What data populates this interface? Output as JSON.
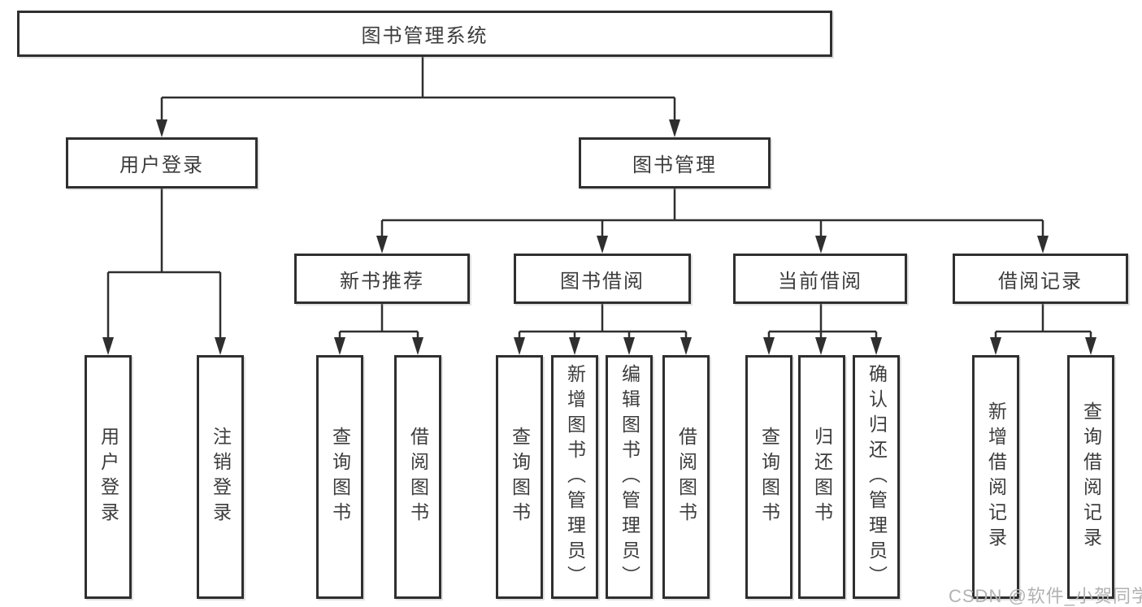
{
  "colors": {
    "line": "#2f2f2f",
    "box_border": "#2f2f2f",
    "text": "#3c3c3c",
    "background": "#ffffff",
    "watermark": "#b2b2b2"
  },
  "diagram": {
    "root": "图书管理系统",
    "level2": {
      "user_login": "用户登录",
      "book_management": "图书管理"
    },
    "level3": {
      "new_book_recommend": "新书推荐",
      "book_borrow": "图书借阅",
      "current_borrow": "当前借阅",
      "borrow_record": "借阅记录"
    },
    "leaves": {
      "user_login": "用户登录",
      "logout": "注销登录",
      "nb_query_book": "查询图书",
      "nb_borrow_book": "借阅图书",
      "bb_query_book": "查询图书",
      "bb_add_book": "新增图书（管理员）",
      "bb_edit_book": "编辑图书（管理员）",
      "bb_borrow_book": "借阅图书",
      "cb_query_book": "查询图书",
      "cb_return_book": "归还图书",
      "cb_confirm_return": "确认归还（管理员）",
      "br_add_record": "新增借阅记录",
      "br_query_record": "查询借阅记录"
    }
  },
  "watermark": "CSDN @软件_小贺同学"
}
